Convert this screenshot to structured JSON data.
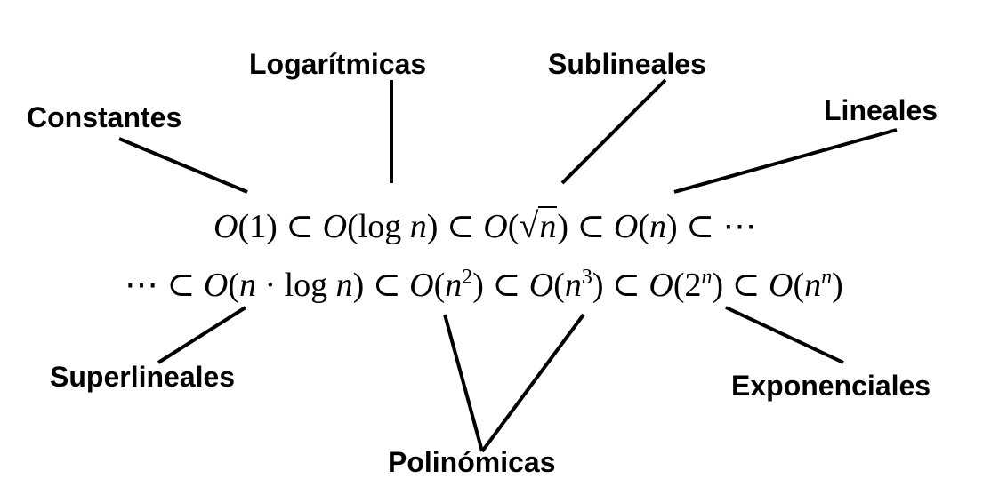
{
  "labels": {
    "constantes": "Constantes",
    "logaritmicas": "Logarítmicas",
    "sublineales": "Sublineales",
    "lineales": "Lineales",
    "superlineales": "Superlineales",
    "polinomicas": "Polinómicas",
    "exponenciales": "Exponenciales"
  },
  "sequence": {
    "line1": [
      {
        "id": "o1",
        "text": "O(1)"
      },
      {
        "id": "ologn",
        "text": "O(log n)"
      },
      {
        "id": "osqrtn",
        "text": "O(√n)"
      },
      {
        "id": "on",
        "text": "O(n)"
      }
    ],
    "line2": [
      {
        "id": "onlogn",
        "text": "O(n · log n)"
      },
      {
        "id": "on2",
        "text": "O(n²)"
      },
      {
        "id": "on3",
        "text": "O(n³)"
      },
      {
        "id": "o2n",
        "text": "O(2ⁿ)"
      },
      {
        "id": "onn",
        "text": "O(nⁿ)"
      }
    ],
    "subset_symbol": "⊂",
    "ellipsis": "⋯"
  }
}
